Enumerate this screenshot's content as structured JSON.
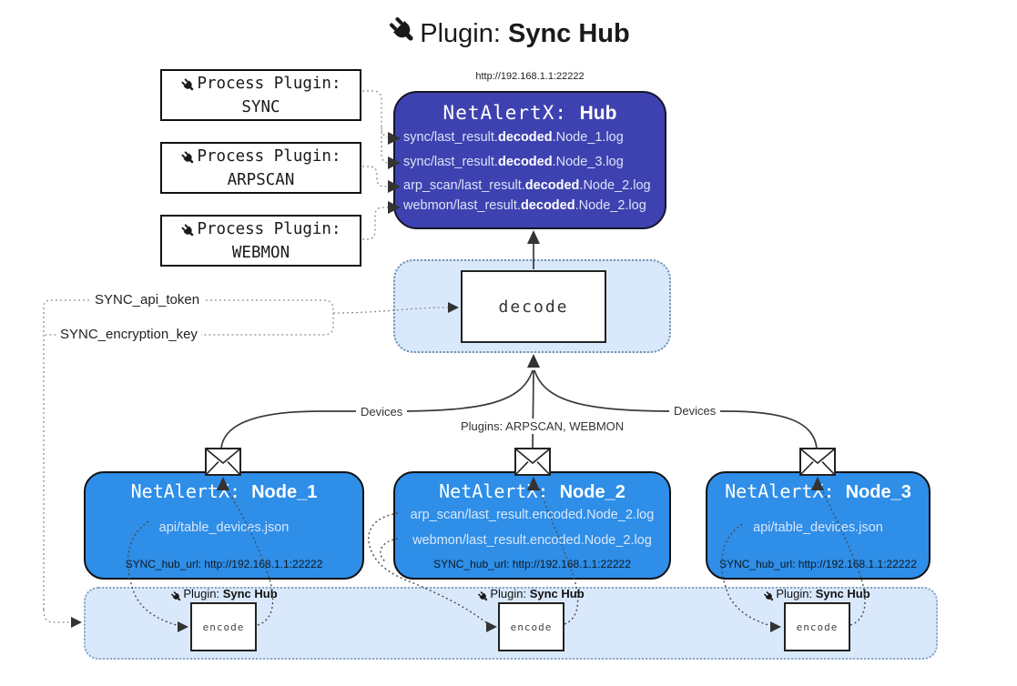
{
  "title": {
    "prefix": "Plugin: ",
    "bold": "Sync Hub"
  },
  "hub": {
    "url": "http://192.168.1.1:22222",
    "name_prefix": "NetAlertX: ",
    "name_bold": "Hub",
    "lines": [
      {
        "pre": "sync/last_result.",
        "bold": "decoded",
        "post": ".Node_1.log"
      },
      {
        "pre": "sync/last_result.",
        "bold": "decoded",
        "post": ".Node_3.log"
      },
      {
        "pre": "arp_scan/last_result.",
        "bold": "decoded",
        "post": ".Node_2.log"
      },
      {
        "pre": "webmon/last_result.",
        "bold": "decoded",
        "post": ".Node_2.log"
      }
    ]
  },
  "process_plugins": [
    {
      "label": "Process Plugin:",
      "name": "SYNC"
    },
    {
      "label": "Process Plugin:",
      "name": "ARPSCAN"
    },
    {
      "label": "Process Plugin:",
      "name": "WEBMON"
    }
  ],
  "decode": {
    "label": "decode"
  },
  "settings": {
    "api_token": "SYNC_api_token",
    "encryption_key": "SYNC_encryption_key"
  },
  "edges": {
    "devices_left": "Devices",
    "devices_right": "Devices",
    "plugins_mid": "Plugins: ARPSCAN, WEBMON"
  },
  "nodes": [
    {
      "name_prefix": "NetAlertX: ",
      "name_bold": "Node_1",
      "lines": [
        "api/table_devices.json"
      ],
      "hub_url": "SYNC_hub_url: http://192.168.1.1:22222"
    },
    {
      "name_prefix": "NetAlertX: ",
      "name_bold": "Node_2",
      "lines": [
        "arp_scan/last_result.encoded.Node_2.log",
        "webmon/last_result.encoded.Node_2.log"
      ],
      "hub_url": "SYNC_hub_url: http://192.168.1.1:22222"
    },
    {
      "name_prefix": "NetAlertX: ",
      "name_bold": "Node_3",
      "lines": [
        "api/table_devices.json"
      ],
      "hub_url": "SYNC_hub_url: http://192.168.1.1:22222"
    }
  ],
  "encode": {
    "plugin_prefix": "Plugin: ",
    "plugin_bold": "Sync Hub",
    "label": "encode"
  },
  "icons": {
    "plug": "plug-icon",
    "envelope": "envelope-icon"
  },
  "colors": {
    "hub_bg": "#3e42b0",
    "node_bg": "#2e8ee8",
    "panel_bg": "#d9e9fb",
    "panel_border": "#8aa4c0",
    "hub_text": "#dde2f7",
    "node_text": "#d9e7fb"
  }
}
